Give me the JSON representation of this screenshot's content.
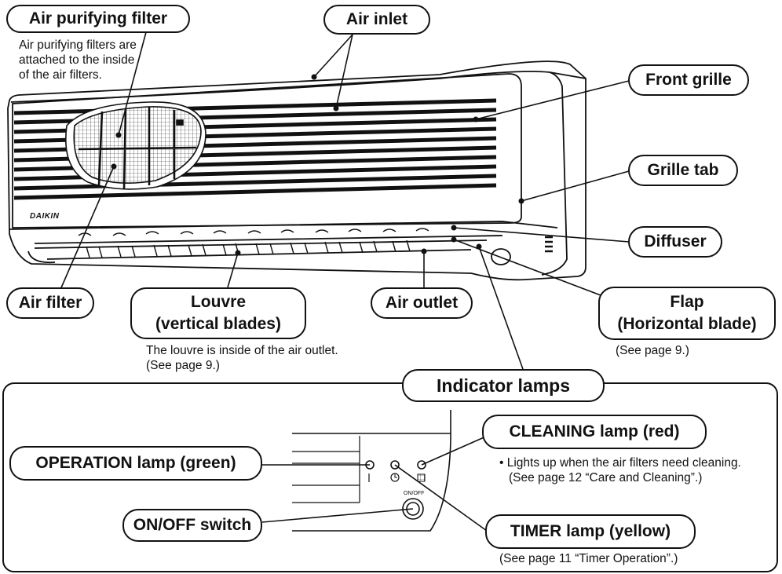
{
  "labels": {
    "air_purifying_filter": "Air purifying filter",
    "air_inlet": "Air inlet",
    "front_grille": "Front grille",
    "grille_tab": "Grille tab",
    "diffuser": "Diffuser",
    "air_filter": "Air filter",
    "louvre_line1": "Louvre",
    "louvre_line2": "(vertical blades)",
    "air_outlet": "Air outlet",
    "flap_line1": "Flap",
    "flap_line2": "(Horizontal blade)",
    "indicator_lamps": "Indicator lamps",
    "operation_lamp": "OPERATION lamp (green)",
    "cleaning_lamp": "CLEANING lamp (red)",
    "onoff_switch": "ON/OFF switch",
    "timer_lamp": "TIMER lamp (yellow)"
  },
  "notes": {
    "air_purifying_line1": "Air purifying filters are",
    "air_purifying_line2": "attached to the inside",
    "air_purifying_line3": "of the air filters.",
    "louvre_line1": "The louvre is inside of the air outlet.",
    "louvre_line2": "(See page 9.)",
    "flap": "(See page 9.)",
    "cleaning_line1": "• Lights up when the air filters need cleaning.",
    "cleaning_line2": "(See page 12 “Care and Cleaning”.)",
    "timer": "(See page 11 “Timer Operation”.)"
  },
  "unit": {
    "brand": "DAIKIN",
    "button_label": "ON/OFF"
  }
}
